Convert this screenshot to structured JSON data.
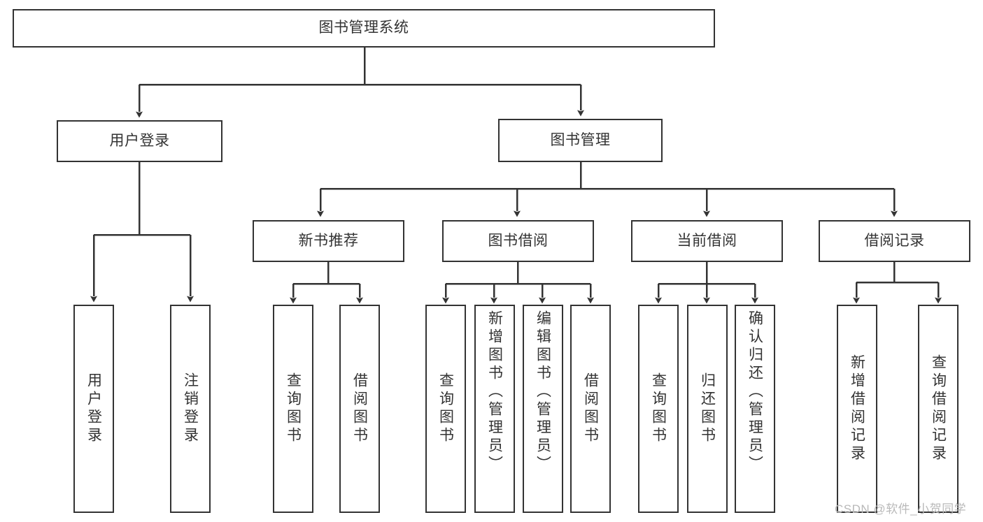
{
  "diagram": {
    "title": "图书管理系统",
    "type": "tree-hierarchy",
    "watermark": "CSDN @软件_小贺同学",
    "colors": {
      "stroke": "#333333",
      "fill": "#ffffff",
      "text": "#333333",
      "watermark": "#b9b9b9"
    },
    "root": {
      "label": "图书管理系统"
    },
    "level1": [
      {
        "id": "user-login",
        "label": "用户登录"
      },
      {
        "id": "book-management",
        "label": "图书管理"
      }
    ],
    "level2": [
      {
        "id": "new-book-recommend",
        "label": "新书推荐"
      },
      {
        "id": "book-borrow",
        "label": "图书借阅"
      },
      {
        "id": "current-borrow",
        "label": "当前借阅"
      },
      {
        "id": "borrow-record",
        "label": "借阅记录"
      }
    ],
    "leaves": {
      "user_login": [
        {
          "id": "leaf-user-login",
          "label": "用户登录"
        },
        {
          "id": "leaf-user-logout",
          "label": "注销登录"
        }
      ],
      "new_book_recommend": [
        {
          "id": "leaf-query-book-1",
          "label": "查询图书"
        },
        {
          "id": "leaf-borrow-book-1",
          "label": "借阅图书"
        }
      ],
      "book_borrow": [
        {
          "id": "leaf-query-book-2",
          "label": "查询图书"
        },
        {
          "id": "leaf-add-book",
          "label": "新增图书（管理员）"
        },
        {
          "id": "leaf-edit-book",
          "label": "编辑图书（管理员）"
        },
        {
          "id": "leaf-borrow-book-2",
          "label": "借阅图书"
        }
      ],
      "current_borrow": [
        {
          "id": "leaf-query-book-3",
          "label": "查询图书"
        },
        {
          "id": "leaf-return-book",
          "label": "归还图书"
        },
        {
          "id": "leaf-confirm-return",
          "label": "确认归还（管理员）"
        }
      ],
      "borrow_record": [
        {
          "id": "leaf-add-record",
          "label": "新增借阅记录"
        },
        {
          "id": "leaf-query-record",
          "label": "查询借阅记录"
        }
      ]
    }
  }
}
